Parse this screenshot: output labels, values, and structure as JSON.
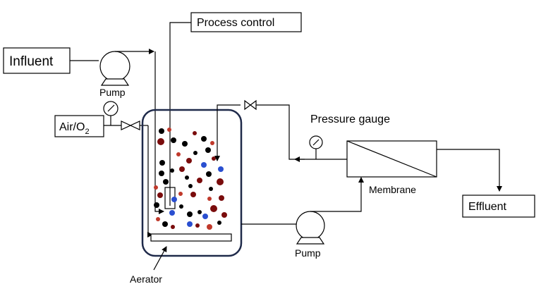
{
  "labels": {
    "influent": "Influent",
    "process_control": "Process control",
    "air_o2_main": "Air/O",
    "air_o2_sub": "2",
    "pump_top": "Pump",
    "pump_bottom": "Pump",
    "pressure_gauge": "Pressure gauge",
    "membrane": "Membrane",
    "effluent": "Effluent",
    "aerator": "Aerator"
  },
  "colors": {
    "reactor_outline": "#1f2a4a",
    "particle_black": "#000000",
    "particle_dark_red": "#7a0c0c",
    "particle_red": "#c0392b",
    "particle_blue": "#2a4fd0"
  },
  "icons": [
    "pump-icon",
    "pressure-gauge-icon",
    "valve-icon",
    "membrane-module-icon"
  ]
}
